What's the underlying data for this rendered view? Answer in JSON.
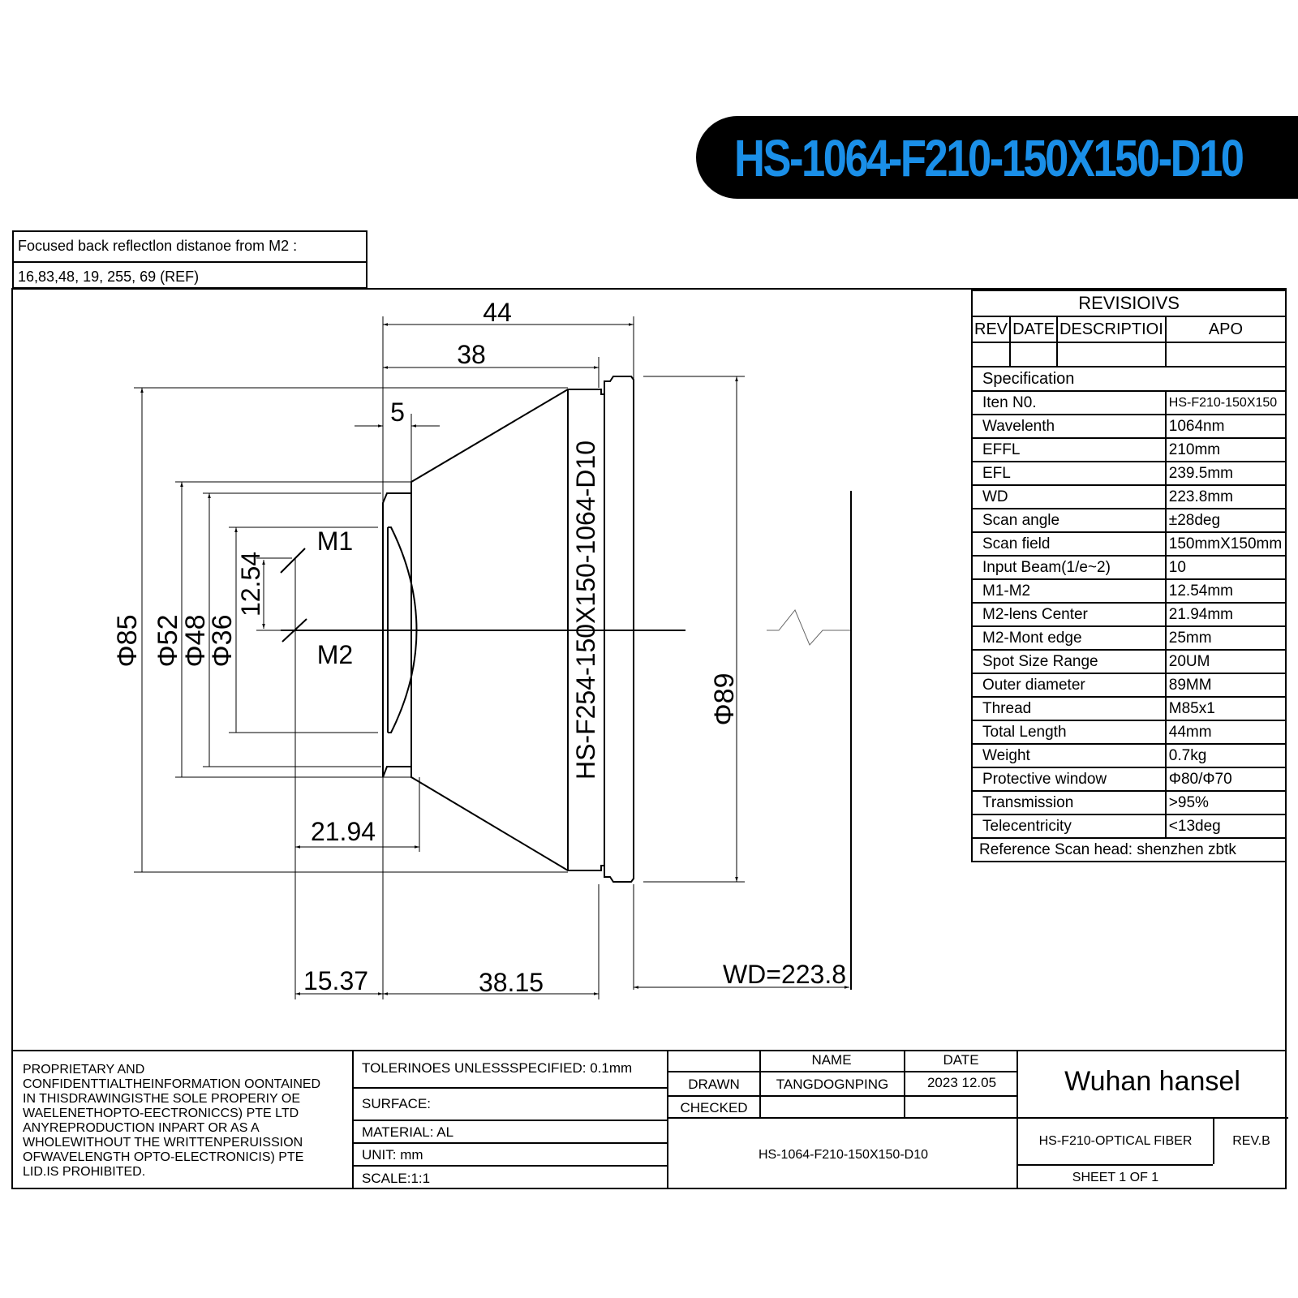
{
  "header": {
    "title": "HS-1064-F210-150X150-D10",
    "banner_bg": "#000000",
    "title_color": "#1a8fe8"
  },
  "note": {
    "label": "Focused back reflectlon distanoe from M2 :",
    "values": "16,83,48, 19, 255, 69 (REF)"
  },
  "drawing": {
    "dimensions": {
      "total_length": "44",
      "body_length": "38",
      "front_offset": "5",
      "m1_m2": "12.54",
      "m2_lens_center": "21.94",
      "m2_to_front": "15.37",
      "front_to_flange": "38.15",
      "working_distance": "WD=223.8",
      "dia_85": "Φ85",
      "dia_52": "Φ52",
      "dia_48": "Φ48",
      "dia_36": "Φ36",
      "dia_89": "Φ89"
    },
    "labels": {
      "m1": "M1",
      "m2": "M2",
      "lens_engraving": "HS-F254-150X150-1064-D10"
    }
  },
  "revisions": {
    "title": "REVISIOIVS",
    "columns": [
      "REV",
      "DATE",
      "DESCRIPTIOI",
      "APO"
    ]
  },
  "specification": {
    "title": "Specification",
    "rows": [
      {
        "label": "Iten N0.",
        "value": "HS-F210-150X150"
      },
      {
        "label": "Wavelenth",
        "value": "1064nm"
      },
      {
        "label": "EFFL",
        "value": "210mm"
      },
      {
        "label": "EFL",
        "value": "239.5mm"
      },
      {
        "label": "WD",
        "value": "223.8mm"
      },
      {
        "label": "Scan angle",
        "value": "±28deg"
      },
      {
        "label": "Scan field",
        "value": "150mmX150mm"
      },
      {
        "label": "Input Beam(1/e~2)",
        "value": "10"
      },
      {
        "label": "M1-M2",
        "value": "12.54mm"
      },
      {
        "label": "M2-lens Center",
        "value": "21.94mm"
      },
      {
        "label": "M2-Mont edge",
        "value": "25mm"
      },
      {
        "label": "Spot Size Range",
        "value": "20UM"
      },
      {
        "label": "Outer diameter",
        "value": "89MM"
      },
      {
        "label": "Thread",
        "value": "M85x1"
      },
      {
        "label": "Total Length",
        "value": "44mm"
      },
      {
        "label": "Weight",
        "value": "0.7kg"
      },
      {
        "label": "Protective window",
        "value": "Φ80/Φ70"
      },
      {
        "label": "Transmission",
        "value": ">95%"
      },
      {
        "label": "Telecentricity",
        "value": "<13deg"
      }
    ],
    "reference": "Reference Scan head: shenzhen zbtk"
  },
  "title_block": {
    "proprietary": [
      "PROPRIETARY AND",
      "CONFIDENTTIALTHEINFORMATION OONTAINED",
      "IN THISDRAWINGISTHE SOLE PROPERIY OE",
      "WAELENETHOPTO-EECTRONICCS) PTE LTD",
      "ANYREPRODUCTION INPART OR AS A",
      "WHOLEWITHOUT THE WRITTENPERUISSION",
      "OFWAVELENGTH OPTO-ELECTRONICIS) PTE",
      "LID.IS PROHIBITED."
    ],
    "tolerances": "TOLERINOES UNLESSSPECIFIED: 0.1mm",
    "surface": "SURFACE:",
    "material": "MATERIAL: AL",
    "unit": "UNIT: mm",
    "scale": "SCALE:1:1",
    "name_header": "NAME",
    "date_header": "DATE",
    "drawn_label": "DRAWN",
    "drawn_name": "TANGDOGNPING",
    "drawn_date": "2023 12.05",
    "checked_label": "CHECKED",
    "part_number": "HS-1064-F210-150X150-D10",
    "company": "Wuhan hansel",
    "product": "HS-F210-OPTICAL FIBER",
    "revision": "REV.B",
    "sheet": "SHEET 1 OF 1"
  }
}
